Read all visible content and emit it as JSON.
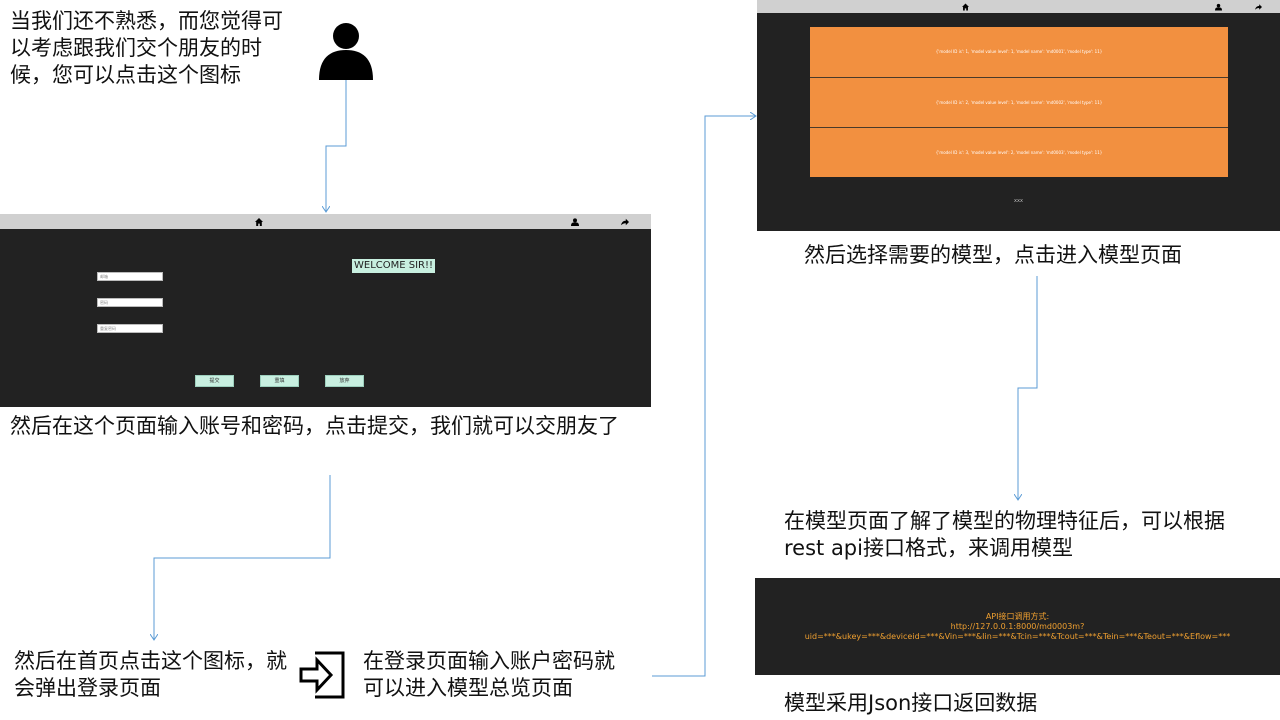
{
  "captions": {
    "step_person": "当我们还不熟悉，而您觉得可以考虑跟我们交个朋友的时候，您可以点击这个图标",
    "step_login_form": "然后在这个页面输入账号和密码，点击提交，我们就可以交朋友了",
    "step_home_icon": "然后在首页点击这个图标，就会弹出登录页面",
    "step_enter_account": "在登录页面输入账户密码就可以进入模型总览页面",
    "step_select_model": "然后选择需要的模型，点击进入模型页面",
    "step_model_page": "在模型页面了解了模型的物理特征后，可以根据rest api接口格式，来调用模型",
    "step_json": "模型采用Json接口返回数据"
  },
  "login_window": {
    "welcome": "WELCOME SIR!!",
    "inputs": [
      "邮箱",
      "密码",
      "重复密码"
    ],
    "buttons": [
      "提交",
      "重填",
      "放弃"
    ],
    "bar_icons": [
      "home-icon",
      "user-icon",
      "exit-icon"
    ]
  },
  "models_window": {
    "cards": [
      "{'model ID is': 1, 'model value level': 1, 'model name': 'md0001', 'model type': 11}",
      "{'model ID is': 2, 'model value level': 1, 'model name': 'md0002', 'model type': 11}",
      "{'model ID is': 3, 'model value level': 2, 'model name': 'md0003', 'model type': 11}"
    ],
    "footer": "xxx",
    "bar_icons": [
      "home-icon",
      "user-icon",
      "exit-icon"
    ]
  },
  "api_window": {
    "title": "API接口调用方式:",
    "url": "http://127.0.0.1:8000/md0003m?",
    "params": "uid=***&ukey=***&deviceid=***&Vin=***&Iin=***&Tcin=***&Tcout=***&Tein=***&Teout=***&Eflow=***"
  },
  "icons": [
    "person-icon",
    "login-icon"
  ],
  "colors": {
    "window_bg": "#222222",
    "title_bar": "#d0d0d0",
    "card_orange": "#f29040",
    "connector": "#5b9bd5",
    "api_text": "#f0a030"
  }
}
